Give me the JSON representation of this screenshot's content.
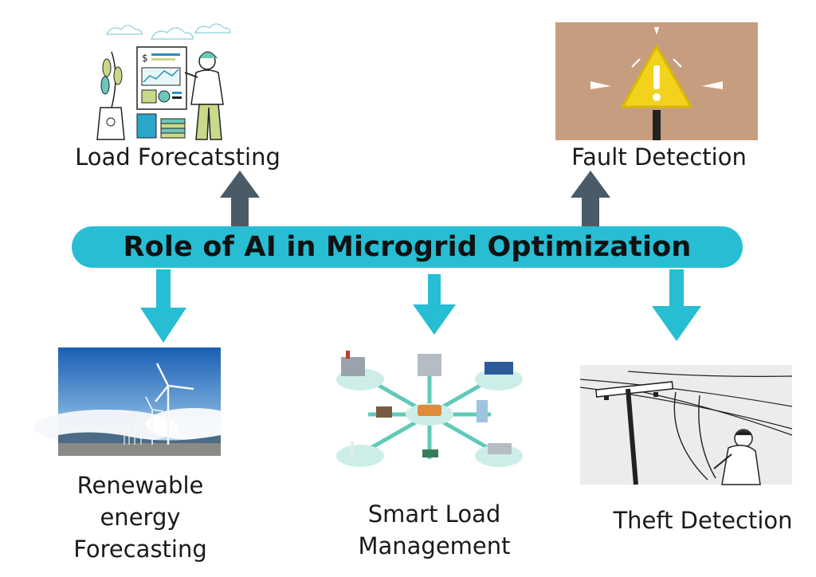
{
  "diagram": {
    "center_title": "Role of AI in Microgrid Optimization",
    "nodes": [
      {
        "id": "load-forecasting",
        "label": "Load Forecatsting",
        "direction": "up"
      },
      {
        "id": "fault-detection",
        "label": "Fault Detection",
        "direction": "up"
      },
      {
        "id": "renewable-forecasting",
        "label_lines": [
          "Renewable",
          "energy",
          "Forecasting"
        ],
        "direction": "down"
      },
      {
        "id": "smart-load-management",
        "label_lines": [
          "Smart Load",
          "Management"
        ],
        "direction": "down"
      },
      {
        "id": "theft-detection",
        "label": "Theft Detection",
        "direction": "down"
      }
    ],
    "colors": {
      "banner": "#27bdd3",
      "down_arrow": "#27bdd3",
      "up_arrow": "#4a5a66",
      "warning_background": "#c79d7f",
      "warning_sign": "#f2d21c"
    },
    "icons": {
      "load_forecasting": "person-presenting-chart-illustration",
      "fault_detection": "warning-sign-icon",
      "renewable": "wind-turbines-photo",
      "smart_load": "microgrid-network-illustration",
      "theft": "person-tapping-power-line-sketch"
    }
  }
}
